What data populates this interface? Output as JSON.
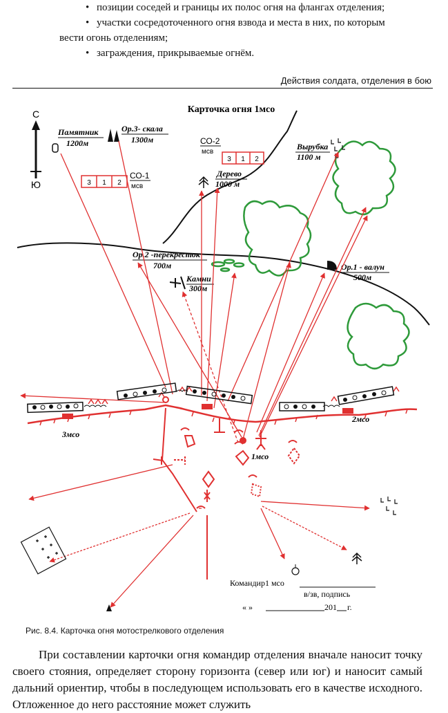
{
  "bullets": [
    "позиции соседей и границы их полос огня на флангах отделения;",
    "участки сосредоточенного огня взвода и места в них, по которым",
    "заграждения, прикрываемые огнём."
  ],
  "bullet_continuation": "вести огонь отделениям;",
  "running_head": "Действия солдата, отделения в бою",
  "figure": {
    "title": "Карточка огня  1мсо",
    "compass": {
      "north": "С",
      "south": "Ю"
    },
    "landmarks": {
      "pamyatnik": {
        "name": "Памятник",
        "dist": "1200м"
      },
      "skala": {
        "name": "Ор.3- скала",
        "dist": "1300м"
      },
      "so2": {
        "name": "СО-2",
        "unit": "мсв"
      },
      "so1": {
        "name": "СО-1",
        "unit": "мсв"
      },
      "derevo": {
        "name": "Дерево",
        "dist": "1000 м"
      },
      "vyrubka": {
        "name": "Вырубка",
        "dist": "1100 м"
      },
      "perekrestok": {
        "name": "Ор.2 -перекресток",
        "dist": "700м"
      },
      "kamni": {
        "name": "Камни",
        "dist": "300м"
      },
      "valun": {
        "name": "Ор.1 - валун",
        "dist": "500м"
      }
    },
    "boxes": {
      "so1": [
        "3",
        "1",
        "2"
      ],
      "so2": [
        "3",
        "1",
        "2"
      ]
    },
    "units": {
      "left": "3мсо",
      "center": "1мсо",
      "right": "2мсо"
    },
    "signature": {
      "line1": "Командир1 мсо",
      "line2": "в/зв,  подпись",
      "date_open": "«  »",
      "year": "201",
      "year_suffix": "г."
    },
    "colors": {
      "fire": "#e03030",
      "woods": "#2e9a3a",
      "ink": "#111111"
    }
  },
  "caption": "Рис. 8.4. Карточка огня мотострелкового отделения",
  "paragraph": "При составлении карточки огня командир отделения вначале наносит точку своего стояния, определяет сторону горизонта (север или юг) и наносит самый дальний ориентир, чтобы в последующем использовать его в качестве исходного. Отложенное до него расстояние может служить"
}
